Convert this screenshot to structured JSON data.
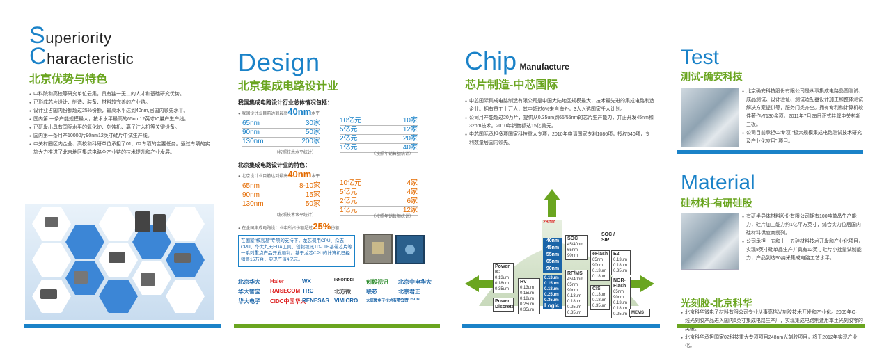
{
  "p1": {
    "title_a_cap": "S",
    "title_a": "uperiority",
    "title_b_cap": "C",
    "title_b": "haracteristic",
    "zh": "北京优势与特色",
    "bullets": [
      "中科院和高校等研究单位云集，具有独一无二的人才和基础研究优势。",
      "已形成芯片设计、制造、装备、材料较完善的产业链。",
      "设计业占国内份额超过25%份额，最高水平达到40nm,居国内领先水平。",
      "国内第 一条产能规模最大，技术水平最高的65nm12英寸IC量产生产线。",
      "已研发出具有国际水平的氧化炉、刻蚀机、离子注入机等关键设备。",
      "国内第一条月产10000片90nm12英寸硅片中试生产线。",
      "中关村园区内企业、高校和科研单位承担了01、02专项的主要任务。通过专项的实施大力推进了北京地区集成电路全产业链的技术提升和产业发展。"
    ]
  },
  "p2": {
    "title": "Design",
    "zh": "北京集成电路设计业",
    "h1": "我国集成电路设计行业总体情况包括：",
    "h1b_pre": "我国设计业目前达到最高",
    "h1b_big": "40nm",
    "h1b_post": "水平",
    "left1": [
      [
        "65nm",
        "30家"
      ],
      [
        "90nm",
        "50家"
      ],
      [
        "130nm",
        "200家"
      ]
    ],
    "right1": [
      [
        "10亿元",
        "10家"
      ],
      [
        "5亿元",
        "12家"
      ],
      [
        "2亿元",
        "20家"
      ],
      [
        "1亿元",
        "40家"
      ]
    ],
    "note_l": "（按照技术水平统计）",
    "note_r": "（按照年销售额统计）",
    "h2": "北京集成电路设计业的特色：",
    "h2b_pre": "北京设计业目前达到最高",
    "h2b_big": "40nm",
    "h2b_post": "水平",
    "left2": [
      [
        "65nm",
        "8-10家"
      ],
      [
        "90nm",
        "15家"
      ],
      [
        "130nm",
        "50家"
      ]
    ],
    "right2": [
      [
        "10亿元",
        "4家"
      ],
      [
        "5亿元",
        "4家"
      ],
      [
        "2亿元",
        "6家"
      ],
      [
        "1亿元",
        "12家"
      ]
    ],
    "share_pre": "在全国集成电路设计业中所占份额超过",
    "share_big": "25%",
    "share_post": "份额",
    "box_text": "在国家“核高基”专项的支持下，龙芯调用CPU、众志CPU、华大九天EDA工具、创毅视讯TD-LTE基带芯片等一系列重点产品开发顺利。基于龙芯CPU的计算机已经销售15万台，实现产值4亿元。",
    "logos": [
      "北京华大",
      "Haier",
      "WX",
      "INNOFIDEI",
      "创毅视讯",
      "北京中电华大",
      "华大智宝",
      "RAISECOM",
      "TRC",
      "北方微",
      "联芯",
      "北京君正",
      "华大电子",
      "CIDC中国华大",
      "RENESAS",
      "VIMICRO",
      "大唐微电子技术有限公司",
      "BISINOSUN"
    ]
  },
  "p3": {
    "chip": "Chip",
    "manu": "Manufacture",
    "zh": "芯片制造-中芯国际",
    "bullets": [
      "中芯国际集成电路制造有限公司是中国大陆地区规模最大，技术最先进的集成电路制造企业。拥有员工上万人，其中超过6%来自海外，3人入选国家千人计划。",
      "公司月产能超过20万片，提供从0.35um到65/55nm的芯片生产能力，并正开发45nm和32nm技术。2010年销售额达15亿美元。",
      "中芯国际承担多项国家科技重大专项，2010年申请国家专利1086项，授权540项，专利数量居国内领先。"
    ],
    "d28": "28nm",
    "d40": "40nm",
    "d45": "45nm",
    "d55": "55nm",
    "d65": "65nm",
    "d90": "90nm",
    "power_ic": "Power IC",
    "power_ic_v": [
      "0.13um",
      "0.18um",
      "0.35um"
    ],
    "hv": "HV",
    "hv_v": [
      "0.13um",
      "0.15um",
      "0.18um",
      "0.25um",
      "0.35um"
    ],
    "power_d": "Power Discrete",
    "logic_v": [
      "0.13um",
      "0.15um",
      "0.18um",
      "0.25um",
      "0.35um"
    ],
    "logic": "Logic",
    "rfms": "RF/MS",
    "rfms_v": [
      "45/40nm",
      "65nm",
      "90nm",
      "0.13um",
      "0.18um",
      "0.25um",
      "0.35um"
    ],
    "soc": "SOC",
    "soc_v": [
      "45/40nm",
      "65nm",
      "90nm"
    ],
    "socsip": "SOC / SIP",
    "eflash": "eFlash",
    "eflash_v": [
      "65nm",
      "90nm",
      "0.13um",
      "0.18um"
    ],
    "e2": "E2",
    "e2_v": [
      "0.13um",
      "0.18um",
      "0.35um"
    ],
    "cis": "CIS",
    "cis_v": [
      "0.13um",
      "0.18um",
      "0.35um"
    ],
    "nor": "NOR-Flash",
    "nor_v": [
      "65nm",
      "90nm",
      "0.13um",
      "0.18um",
      "0.25um"
    ],
    "mems": "MEMS"
  },
  "p4": {
    "test": "Test",
    "test_zh": "测试-确安科技",
    "test_bullets": [
      "北京确安科技股份有限公司是从事集成电路晶圆测试、成品测试、设计验证、测试适配器设计加工和整体测试解决方案提供等，服务门类齐全。拥有专利和计算机软件著作权130余项。2011年7月28日正式挂牌中关村新三板。",
      "公司目前承担02专项 “极大规模集成电路测试技术研究及产业化应用” 项目。"
    ],
    "mat": "Material",
    "mat_zh": "硅材料-有研硅股",
    "mat_bullets": [
      "有研半导体材料股份有限公司拥有100吨单晶生产能力，硅片加工能力约1亿平方英寸，综合实力位居国内硅材料供应商前列。",
      "公司承担十五和十一五硅材料技术开发和产业化项目，实现8英寸硅单晶生产并具有12英寸硅片小批量试制能力，产品到达90纳米集成电路工艺水平。"
    ],
    "photo_zh": "光刻胶-北京科华",
    "photo_bullets": [
      "北京科华微电子材料有限公司专业从事高档光刻胶技术开发和产业化。2009年G-I线光刻胶产品进入国内6英寸集成电路生产厂，实现集成电路制造用本土光刻胶零的突破。",
      "北京科华承担国家02科技重大专项项目248nm光刻胶项目，将于2012年实现产业化。"
    ]
  },
  "colors": {
    "blue": "#1a82c8",
    "green": "#6aa520",
    "orange": "#e46b00"
  }
}
